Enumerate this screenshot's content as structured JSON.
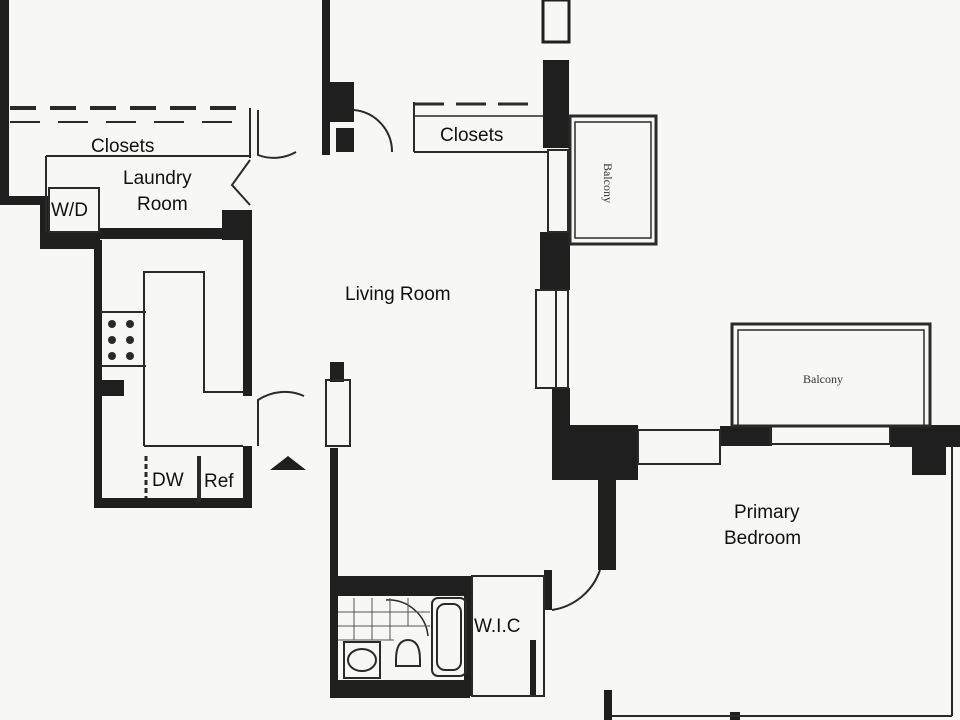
{
  "colors": {
    "wall": "#1f1f1f",
    "paper": "#f7f7f5",
    "line": "#2a2a2a"
  },
  "labels": {
    "closets_left": "Closets",
    "closets_right": "Closets",
    "laundry_line1": "Laundry",
    "laundry_line2": "Room",
    "wd": "W/D",
    "living_room": "Living Room",
    "dw": "DW",
    "ref": "Ref",
    "balcony_small": "Balcony",
    "balcony_large": "Balcony",
    "primary_line1": "Primary",
    "primary_line2": "Bedroom",
    "wic": "W.I.C"
  }
}
